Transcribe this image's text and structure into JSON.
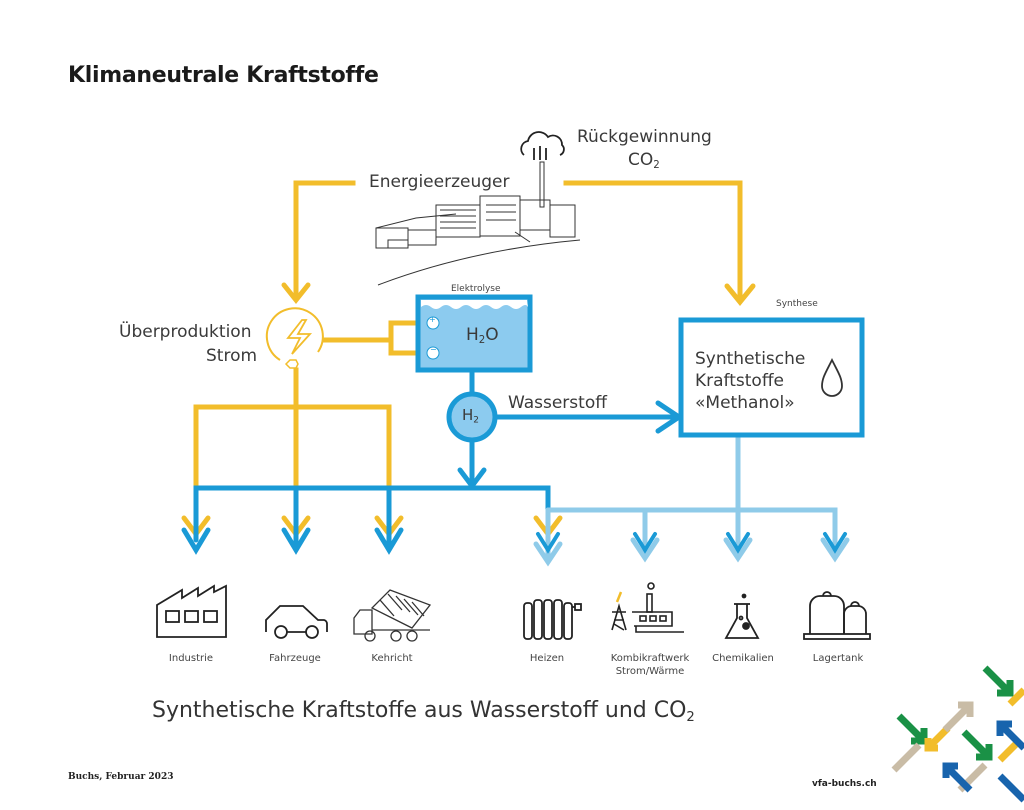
{
  "title": "Klimaneutrale Kraftstoffe",
  "colors": {
    "yellow": "#f2bd2b",
    "blue": "#1a9ad6",
    "light_blue": "#8fcbe9",
    "water_fill": "#8ccbef",
    "green": "#1a9146",
    "beige": "#c9bca6",
    "navy_blue": "#1864ad"
  },
  "nodes": {
    "energy_producer": "Energieerzeuger",
    "co2_recovery_line1": "Rückgewinnung",
    "co2_recovery_line2_main": "CO",
    "co2_recovery_line2_sub": "2",
    "overproduction_line1": "Überproduktion",
    "overproduction_line2": "Strom",
    "electrolysis_label": "Elektrolyse",
    "water_main": "H",
    "water_sub": "2",
    "water_tail": "O",
    "plus": "+",
    "minus": "−",
    "hydrogen_main": "H",
    "hydrogen_sub": "2",
    "hydrogen_label": "Wasserstoff",
    "synthesis_label": "Synthese",
    "synthetic_line1": "Synthetische",
    "synthetic_line2": "Kraftstoffe",
    "synthetic_line3": "«Methanol»"
  },
  "consumers": [
    {
      "label": "Industrie",
      "icon": "factory-icon"
    },
    {
      "label": "Fahrzeuge",
      "icon": "car-icon"
    },
    {
      "label": "Kehricht",
      "icon": "dump-truck-icon"
    },
    {
      "label": "Heizen",
      "icon": "radiator-icon"
    },
    {
      "label": "Kombikraftwerk",
      "label2": "Strom/Wärme",
      "icon": "power-plant-icon"
    },
    {
      "label": "Chemikalien",
      "icon": "flask-icon"
    },
    {
      "label": "Lagertank",
      "icon": "storage-tank-icon"
    }
  ],
  "caption_main": "Synthetische Kraftstoffe aus Wasserstoff und CO",
  "caption_sub": "2",
  "footer": {
    "left": "Buchs, Februar 2023",
    "right": "vfa-buchs.ch"
  }
}
